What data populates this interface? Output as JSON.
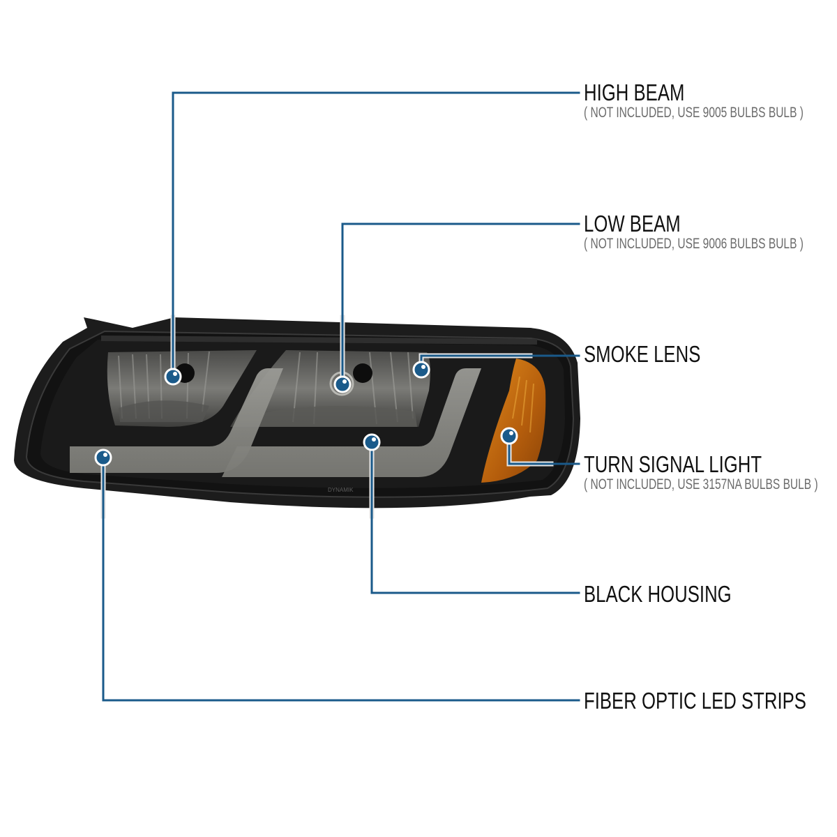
{
  "colors": {
    "background": "#ffffff",
    "callout_line": "#1a5a8a",
    "callout_outline": "#e6e6e6",
    "title_text": "#111111",
    "note_text": "#6b6b6b",
    "housing": "#1c1c1c",
    "lens_smoke": "#6a6a66",
    "led_strip": "#8d8d88",
    "amber": "#c8700f"
  },
  "product": {
    "description": "Black housing smoke lens headlight with fiber optic LED strips",
    "housing_marking": "DYNAMIK"
  },
  "callouts": [
    {
      "id": "high-beam",
      "title": "HIGH BEAM",
      "note": "( NOT INCLUDED, USE 9005 BULBS BULB )"
    },
    {
      "id": "low-beam",
      "title": "LOW BEAM",
      "note": "( NOT INCLUDED, USE 9006 BULBS BULB )"
    },
    {
      "id": "smoke-lens",
      "title": "SMOKE LENS",
      "note": ""
    },
    {
      "id": "turn-signal-light",
      "title": "TURN SIGNAL LIGHT",
      "note": "( NOT INCLUDED, USE 3157NA BULBS BULB )"
    },
    {
      "id": "black-housing",
      "title": "BLACK HOUSING",
      "note": ""
    },
    {
      "id": "fiber-optic-led-strips",
      "title": "FIBER OPTIC LED STRIPS",
      "note": ""
    }
  ]
}
